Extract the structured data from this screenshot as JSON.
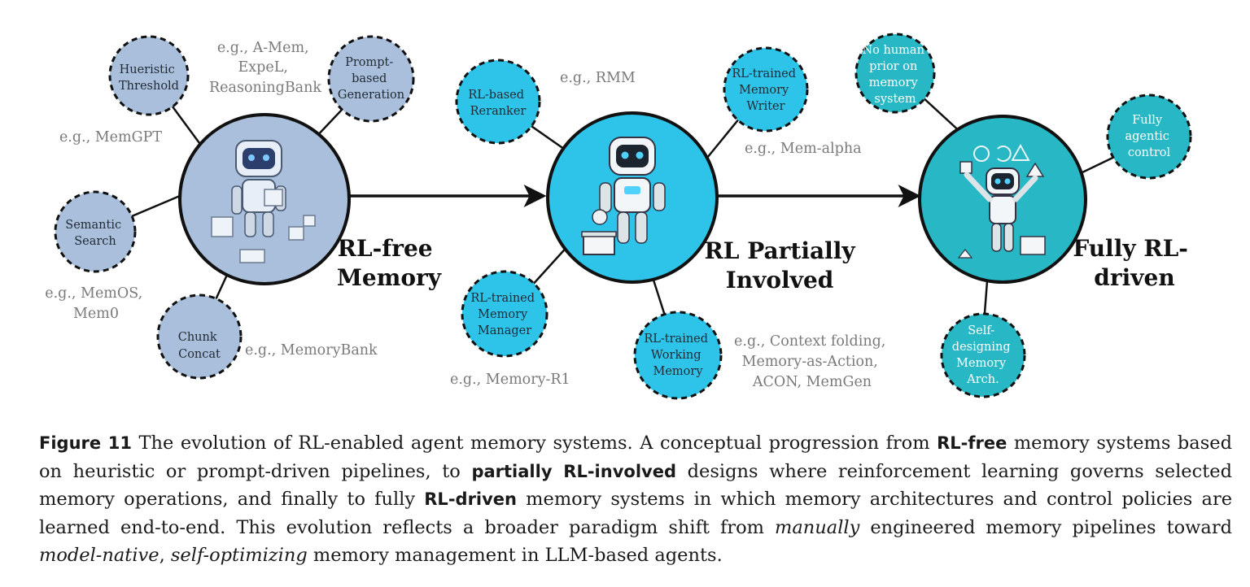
{
  "colors": {
    "rl_free": "#a9bfdb",
    "rl_partial": "#2ec4ea",
    "rl_full": "#28b7c4",
    "example_text": "#7a7a7a"
  },
  "stages": {
    "rl_free": {
      "label_lines": [
        "RL-free",
        "Memory"
      ],
      "icon": "robot-stacking-blocks-icon"
    },
    "rl_partial": {
      "label_lines": [
        "RL Partially",
        "Involved"
      ],
      "icon": "robot-with-box-icon"
    },
    "rl_full": {
      "label_lines": [
        "Fully RL-",
        "driven"
      ],
      "icon": "robot-juggling-shapes-icon"
    }
  },
  "nodes": {
    "heuristic_threshold": [
      "Hueristic",
      "Threshold"
    ],
    "prompt_based_generation": [
      "Prompt-",
      "based",
      "Generation"
    ],
    "semantic_search": [
      "Semantic",
      "Search"
    ],
    "chunk_concat": [
      "Chunk",
      "Concat"
    ],
    "rl_based_reranker": [
      "RL-based",
      "Reranker"
    ],
    "rl_trained_memory_writer": [
      "RL-trained",
      "Memory",
      "Writer"
    ],
    "rl_trained_memory_manager": [
      "RL-trained",
      "Memory",
      "Manager"
    ],
    "rl_trained_working_memory": [
      "RL-trained",
      "Working",
      "Memory"
    ],
    "no_human_prior": [
      "No human",
      "prior on",
      "memory",
      "system"
    ],
    "fully_agentic_control": [
      "Fully",
      "agentic",
      "control"
    ],
    "self_designing_memory": [
      "Self-",
      "designing",
      "Memory",
      "Arch."
    ]
  },
  "examples": {
    "a_mem": [
      "e.g., A-Mem,",
      "ExpeL,",
      "ReasoningBank"
    ],
    "memgpt": [
      "e.g., MemGPT"
    ],
    "memos": [
      "e.g., MemOS,",
      "Mem0"
    ],
    "memorybank": [
      "e.g., MemoryBank"
    ],
    "rmm": [
      "e.g., RMM"
    ],
    "mem_alpha": [
      "e.g., Mem-alpha"
    ],
    "memory_r1": [
      "e.g., Memory-R1"
    ],
    "context_folding": [
      "e.g., Context folding,",
      "Memory-as-Action,",
      "ACON, MemGen"
    ]
  },
  "caption": {
    "figure_label": "Figure 11",
    "part1": " The evolution of RL-enabled agent memory systems. A conceptual progression from ",
    "bold1": "RL-free",
    "part2": " memory systems based on heuristic or prompt-driven pipelines, to ",
    "bold2": "partially RL-involved",
    "part3": " designs where reinforcement learning governs selected memory operations, and finally to fully ",
    "bold3": "RL-driven",
    "part4": " memory systems in which memory architectures and control policies are learned end-to-end. This evolution reflects a broader paradigm shift from ",
    "italic1": "manually",
    "part5": " engineered memory pipelines toward ",
    "italic2": "model-native",
    "part6": ", ",
    "italic3": "self-optimizing",
    "part7": " memory management in LLM-based agents."
  }
}
